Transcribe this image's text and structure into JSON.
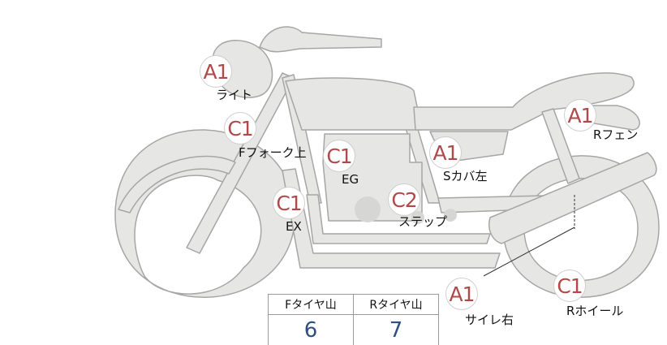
{
  "colors": {
    "bike_fill": "#e6e6e4",
    "bike_stroke": "#a6a6a6",
    "grade_text": "#b04a4a",
    "tread_value": "#2f4f7f"
  },
  "damage_points": [
    {
      "grade": "A1",
      "label": "ライト"
    },
    {
      "grade": "C1",
      "label": "Fフォーク上"
    },
    {
      "grade": "C1",
      "label": "EG"
    },
    {
      "grade": "A1",
      "label": "Sカバ左"
    },
    {
      "grade": "A1",
      "label": "Rフェン"
    },
    {
      "grade": "C1",
      "label": "EX"
    },
    {
      "grade": "C2",
      "label": "ステップ"
    },
    {
      "grade": "A1",
      "label": "サイレ右"
    },
    {
      "grade": "C1",
      "label": "Rホイール"
    }
  ],
  "tread": {
    "headers": [
      "Fタイヤ山",
      "Rタイヤ山"
    ],
    "values": [
      "6",
      "7"
    ]
  }
}
